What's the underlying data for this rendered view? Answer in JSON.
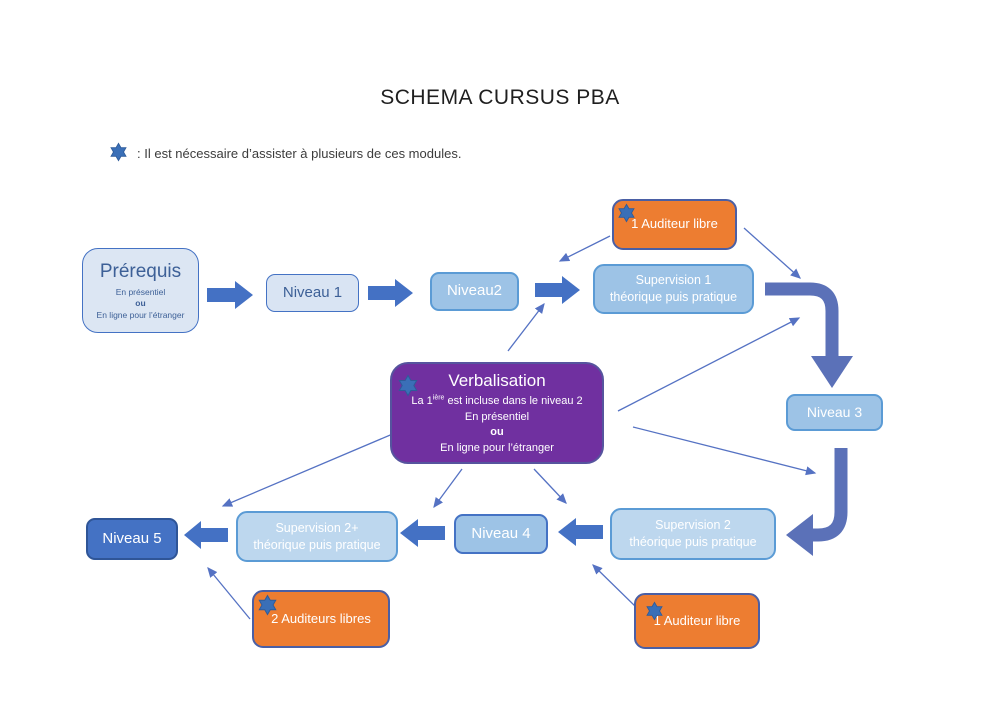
{
  "title": "SCHEMA CURSUS PBA",
  "legend": {
    "icon": "star-icon",
    "text": ":  Il est nécessaire d’assister à plusieurs de ces modules."
  },
  "colors": {
    "orange": "#ED7D31",
    "purple": "#7030A0",
    "dark_blue": "#4472C4",
    "medium_blue": "#9DC3E6",
    "light_blue": "#BDD7EE",
    "pale_blue": "#DCE6F3",
    "block_arrow": "#4471C4",
    "elbow_arrow": "#5B71B8",
    "thin_arrow": "#5572C3",
    "star_blue": "#3A6FB7"
  },
  "nodes": {
    "auditeur_libre_top": {
      "label": "1 Auditeur libre",
      "has_star": true
    },
    "prerequis": {
      "title": "Prérequis",
      "line1": "En présentiel",
      "line2": "ou",
      "line3": "En ligne pour l’étranger"
    },
    "niveau1": {
      "label": "Niveau 1"
    },
    "niveau2": {
      "label": "Niveau2"
    },
    "supervision1": {
      "line1": "Supervision 1",
      "line2": "théorique puis pratique"
    },
    "niveau3": {
      "label": "Niveau 3"
    },
    "verbalisation": {
      "title": "Verbalisation",
      "line1_pre": "La 1",
      "line1_sup": "ière",
      "line1_post": " est incluse dans le niveau 2",
      "line2": "En présentiel",
      "line3": "ou",
      "line4": "En ligne pour l’étranger",
      "has_star": true
    },
    "supervision2": {
      "line1": "Supervision 2",
      "line2": "théorique puis pratique"
    },
    "niveau4": {
      "label": "Niveau 4"
    },
    "supervision2plus": {
      "line1": "Supervision 2+",
      "line2": "théorique puis pratique"
    },
    "niveau5": {
      "label": "Niveau 5"
    },
    "auditeurs_libres_2": {
      "label": "2 Auditeurs libres",
      "has_star": true
    },
    "auditeur_libre_bottom": {
      "label": "1 Auditeur libre",
      "has_star": true
    }
  }
}
